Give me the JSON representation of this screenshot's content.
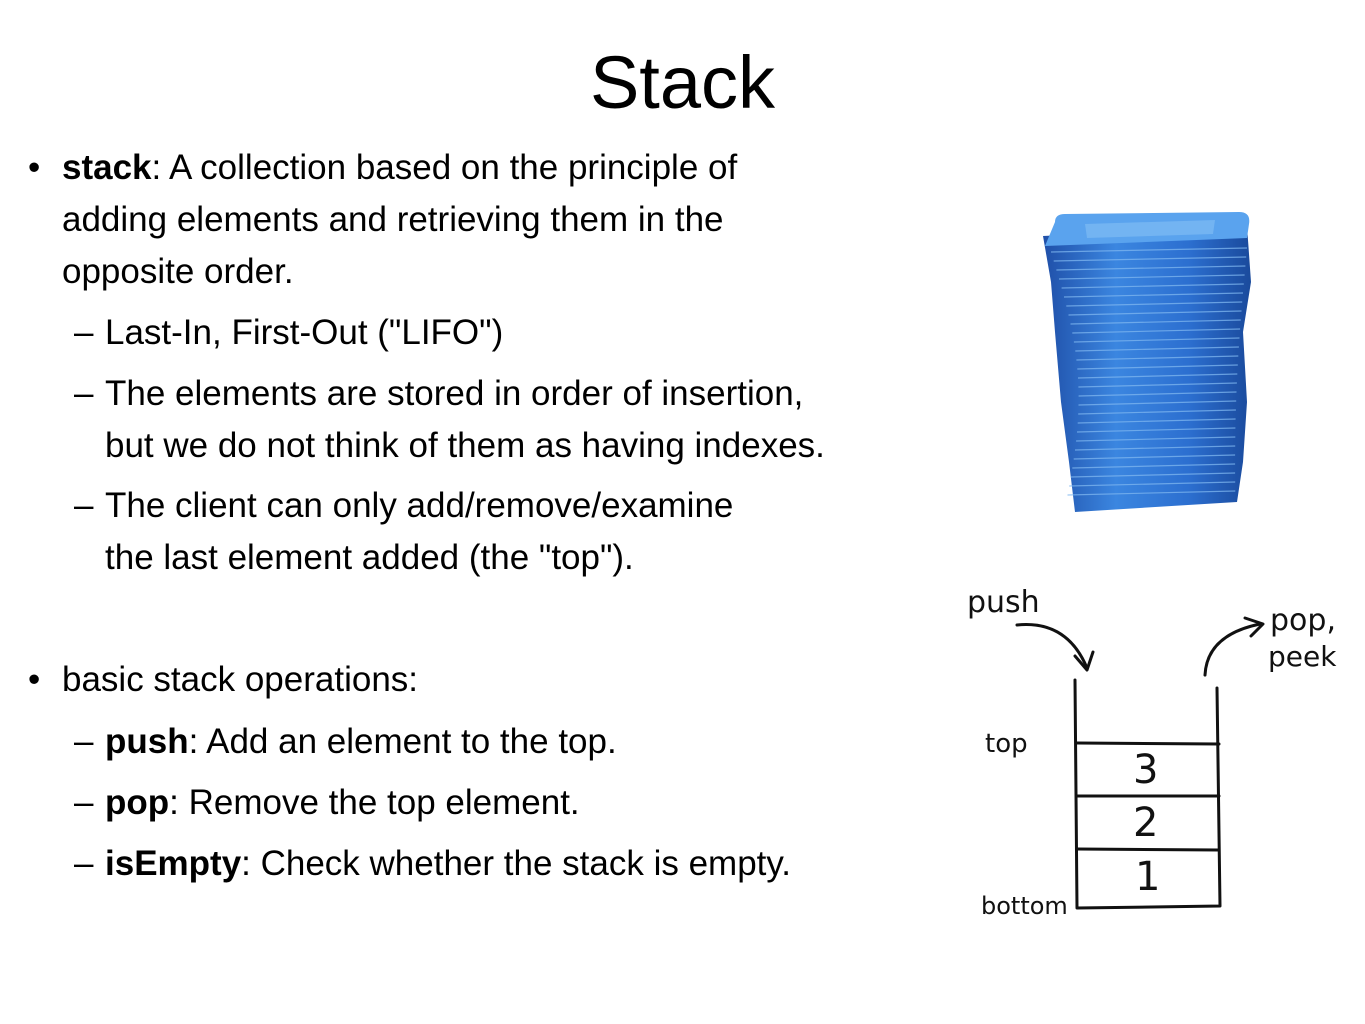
{
  "slide": {
    "title": "Stack",
    "bullet1": {
      "term": "stack",
      "line1_rest": ": A collection based on the principle of",
      "line2": "adding elements and retrieving them in the",
      "line3": "opposite order.",
      "sub": [
        {
          "line1": "Last-In, First-Out (\"LIFO\")"
        },
        {
          "line1": "The elements are stored in order of insertion,",
          "line2": "but we do not think of them as having indexes."
        },
        {
          "line1": "The client can only add/remove/examine",
          "line2": "the last element added (the \"top\")."
        }
      ]
    },
    "bullet2": {
      "text": "basic stack operations:",
      "ops": [
        {
          "term": "push",
          "desc": ": Add an element to the top."
        },
        {
          "term": "pop",
          "desc": ": Remove the top element."
        },
        {
          "term": "isEmpty",
          "desc": ": Check whether the stack is empty."
        }
      ]
    },
    "bullet_glyph": "•",
    "dash_glyph": "–"
  },
  "diagram": {
    "push_label": "push",
    "pop_label": "pop,",
    "peek_label": "peek",
    "top_label": "top",
    "bottom_label": "bottom",
    "cells": [
      "3",
      "2",
      "1"
    ],
    "ink_color": "#111111"
  },
  "illustration": {
    "name": "stack-of-blue-trays",
    "color": "#2f6fd0"
  }
}
